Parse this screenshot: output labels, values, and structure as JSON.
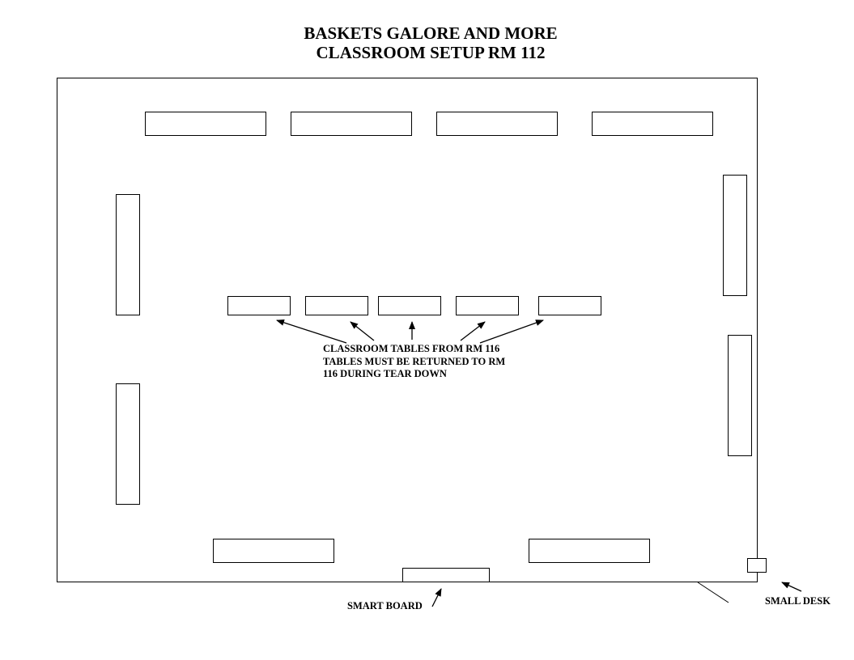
{
  "title": {
    "line1": "BASKETS GALORE AND MORE",
    "line2": "CLASSROOM SETUP RM 112"
  },
  "annotations": {
    "classroom_tables_note": [
      "CLASSROOM TABLES FROM RM 116",
      "TABLES  MUST BE RETURNED TO RM",
      "116 DURING TEAR DOWN"
    ],
    "smart_board": "SMART BOARD",
    "small_desk": "SMALL DESK"
  }
}
